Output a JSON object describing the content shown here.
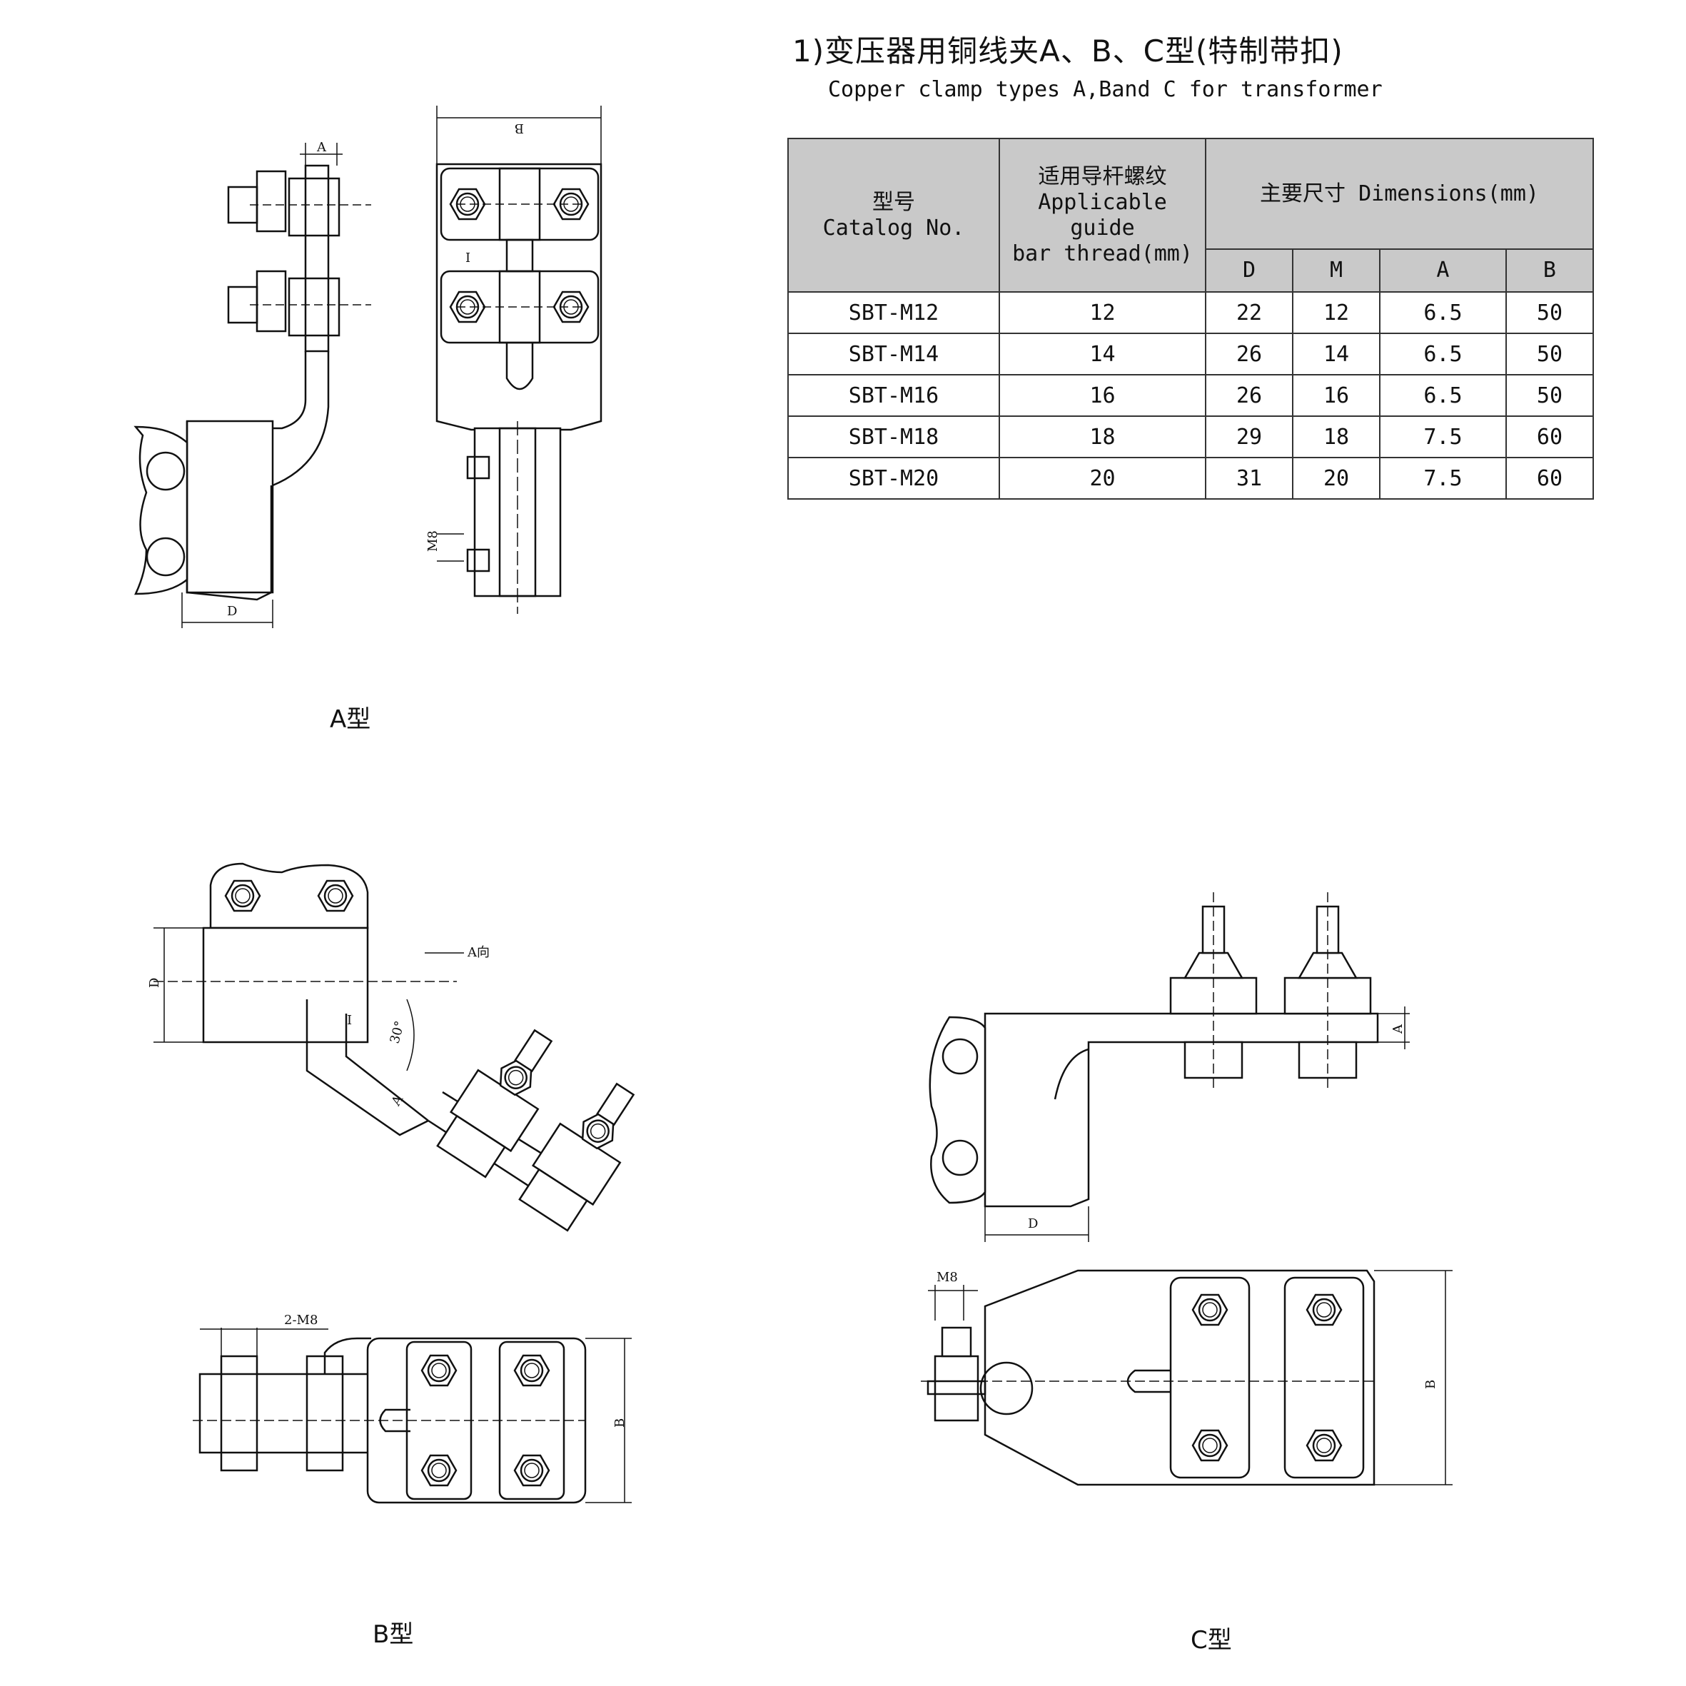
{
  "header": {
    "title_cn": "1)变压器用铜线夹A、B、C型(特制带扣)",
    "title_en": "Copper clamp types A,Band C for transformer"
  },
  "table": {
    "h_catalog_cn": "型号",
    "h_catalog_en": "Catalog No.",
    "h_thread_cn": "适用导杆螺纹",
    "h_thread_en1": "Applicable guide",
    "h_thread_en2": "bar thread(mm)",
    "h_dims": "主要尺寸 Dimensions(mm)",
    "sub_headers": [
      "D",
      "M",
      "A",
      "B"
    ],
    "rows": [
      {
        "catalog": "SBT-M12",
        "thread": "12",
        "d": "22",
        "m": "12",
        "a": "6.5",
        "b": "50"
      },
      {
        "catalog": "SBT-M14",
        "thread": "14",
        "d": "26",
        "m": "14",
        "a": "6.5",
        "b": "50"
      },
      {
        "catalog": "SBT-M16",
        "thread": "16",
        "d": "26",
        "m": "16",
        "a": "6.5",
        "b": "50"
      },
      {
        "catalog": "SBT-M18",
        "thread": "18",
        "d": "29",
        "m": "18",
        "a": "7.5",
        "b": "60"
      },
      {
        "catalog": "SBT-M20",
        "thread": "20",
        "d": "31",
        "m": "20",
        "a": "7.5",
        "b": "60"
      }
    ]
  },
  "figures": {
    "type_a_caption": "A型",
    "type_b_caption": "B型",
    "type_c_caption": "C型",
    "dim_a": "A",
    "dim_b": "B",
    "dim_d": "D",
    "dim_m8": "M8",
    "dim_2m8": "2-M8",
    "dim_angle": "30°",
    "dim_view": "A向",
    "dim_i": "I"
  }
}
